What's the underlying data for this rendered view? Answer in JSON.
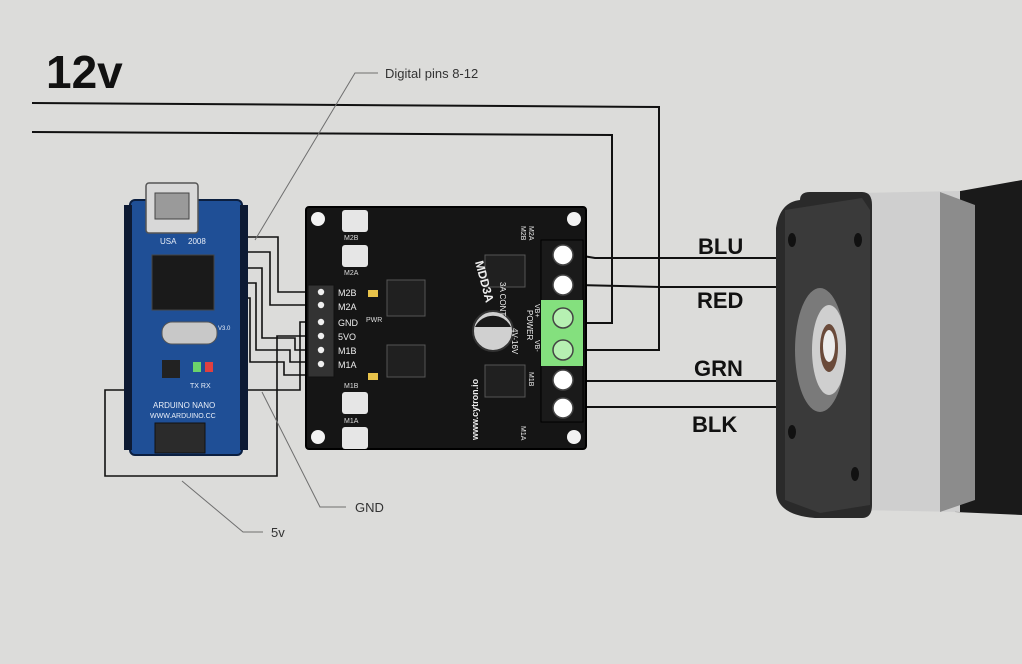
{
  "title": "12v",
  "callouts": {
    "digital_pins": "Digital pins 8-12",
    "gnd": "GND",
    "five_v": "5v"
  },
  "wire_labels": {
    "blu": "BLU",
    "red": "RED",
    "grn": "GRN",
    "blk": "BLK"
  },
  "arduino": {
    "name_text": "ARDUINO NANO",
    "usa": "USA",
    "year": "2008",
    "version": "V3.0",
    "url": "WWW.ARDUINO.CC",
    "txrx": "TX RX"
  },
  "driver": {
    "brand_url": "www.cytron.io",
    "model": "MDD3A",
    "voltage": "4V-16V",
    "cont": "3A CONT",
    "power": "POWER",
    "header_pins": [
      "M2B",
      "M2A",
      "GND",
      "5VO",
      "M1B",
      "M1A"
    ],
    "terminal_labels": [
      "M2B",
      "M2A",
      "VB+",
      "VB-",
      "M1B",
      "M1A"
    ],
    "button_labels": [
      "M2B",
      "M2A",
      "M1B",
      "M1A"
    ],
    "pwr_label": "PWR"
  },
  "colors": {
    "background": "#dcdcda",
    "board_blue": "#1f4f96",
    "driver_black": "#151515",
    "terminal_green": "#84e07e",
    "wire": "#111111",
    "callout_line": "#6f6f6f"
  }
}
